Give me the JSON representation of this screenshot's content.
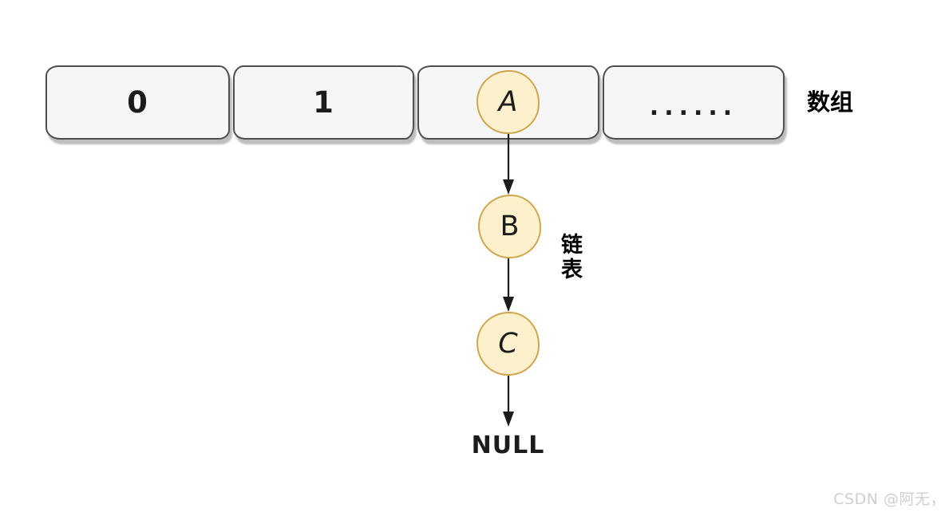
{
  "array": {
    "label": "数组",
    "cells": [
      {
        "label": "0"
      },
      {
        "label": "1"
      },
      {
        "label": "A"
      },
      {
        "label": "......"
      }
    ]
  },
  "linked_list": {
    "label": "链表",
    "head": "A",
    "nodes": [
      "B",
      "C"
    ],
    "terminator": "NULL"
  },
  "watermark": "CSDN @阿无，",
  "colors": {
    "node_fill": "#fcf1cc",
    "node_border": "#d0a64f",
    "cell_fill": "#f6f6f6",
    "cell_border": "#4f4f4f",
    "cell_shadow": "#bdbdbd",
    "ink": "#1c1c1c",
    "watermark": "#cfcfcf"
  }
}
